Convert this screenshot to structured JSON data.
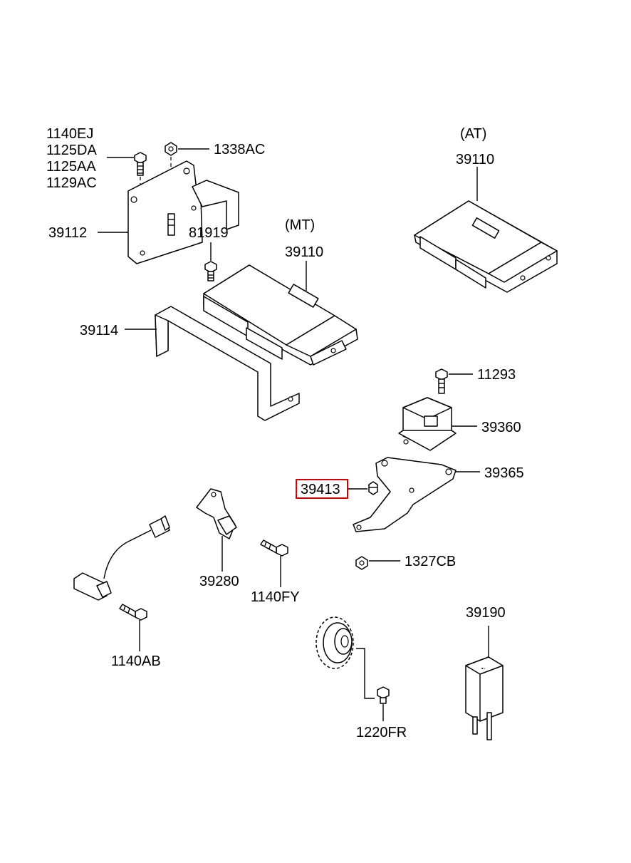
{
  "labels": {
    "p1140ej": "1140EJ",
    "p1125da": "1125DA",
    "p1125aa": "1125AA",
    "p1129ac": "1129AC",
    "p1338ac": "1338AC",
    "at": "(AT)",
    "p39110_at": "39110",
    "p39112": "39112",
    "p81919": "81919",
    "mt": "(MT)",
    "p39110_mt": "39110",
    "p39114": "39114",
    "p11293": "11293",
    "p39360": "39360",
    "p39365": "39365",
    "p39413": "39413",
    "p1327cb": "1327CB",
    "p39280": "39280",
    "p1140fy": "1140FY",
    "p1140ab": "1140AB",
    "p39190": "39190",
    "p1220fr": "1220FR"
  },
  "colors": {
    "highlight": "#d80000",
    "ink": "#000000",
    "background": "#ffffff"
  }
}
